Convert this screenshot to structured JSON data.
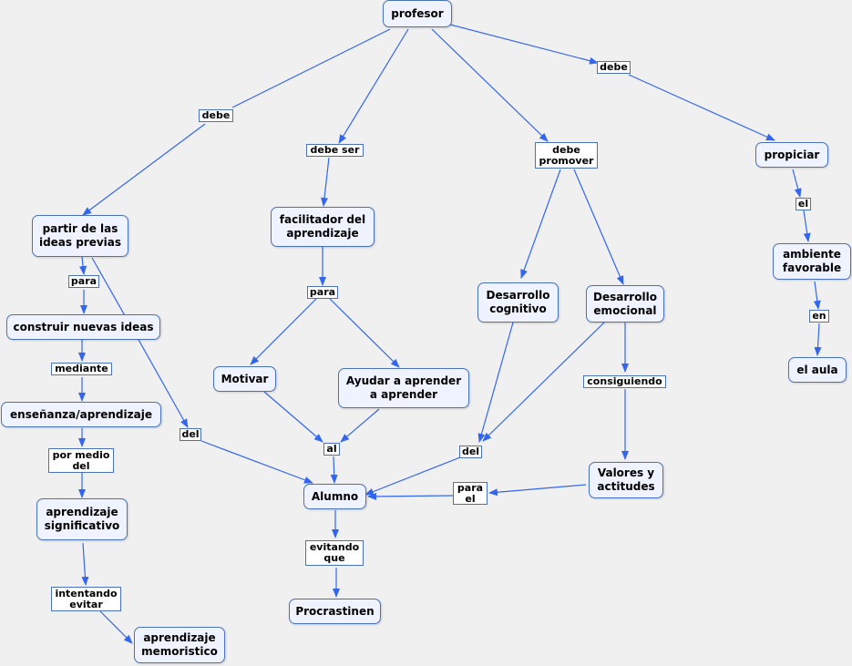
{
  "colors": {
    "background": "#f0f0f0",
    "node_fill": "#eef3ff",
    "border": "#4a72b8",
    "arrow": "#3366ee"
  },
  "concepts": {
    "profesor": "profesor",
    "partir": "partir de las\nideas previas",
    "construir": "construir nuevas ideas",
    "ensenanza": "enseñanza/aprendizaje",
    "aprendizaje_significativo": "aprendizaje\nsignificativo",
    "aprendizaje_memoristico": "aprendizaje\nmemoristico",
    "facilitador": "facilitador del\naprendizaje",
    "motivar": "Motivar",
    "ayudar": "Ayudar a aprender\na aprender",
    "alumno": "Alumno",
    "procrastinen": "Procrastinen",
    "cognitivo": "Desarrollo\ncognitivo",
    "emocional": "Desarrollo\nemocional",
    "valores": "Valores y\nactitudes",
    "propiciar": "propiciar",
    "ambiente": "ambiente\nfavorable",
    "aula": "el aula"
  },
  "links": {
    "debe_left": "debe",
    "debe_ser": "debe ser",
    "debe_promover": "debe\npromover",
    "debe_right": "debe",
    "para_1": "para",
    "mediante": "mediante",
    "por_medio": "por medio\ndel",
    "intentando": "intentando\nevitar",
    "para_2": "para",
    "al": "al",
    "del_1": "del",
    "del_2": "del",
    "consiguiendo": "consiguiendo",
    "para_el": "para\nel",
    "evitando": "evitando\nque",
    "el": "el",
    "en": "en"
  }
}
